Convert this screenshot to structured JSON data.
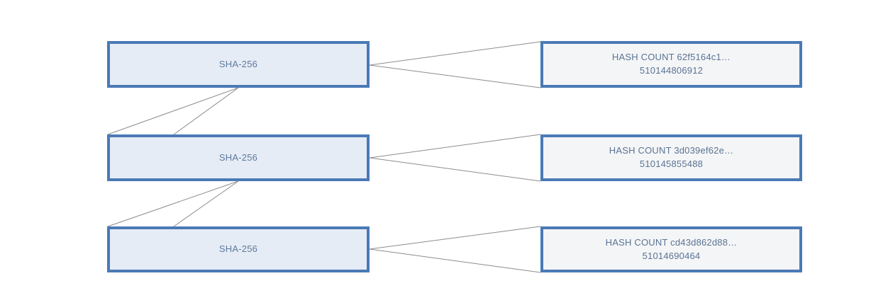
{
  "diagram": {
    "type": "hash-chain",
    "background": "#ffffff",
    "palette": {
      "border": "#4a7ab5",
      "hash_fill": "#e6ecf5",
      "count_fill": "#f4f5f7",
      "text": "#5d7a9e",
      "edge": "#8c8c8c"
    },
    "rows": [
      {
        "hash_node": {
          "label": "SHA-256"
        },
        "count_node": {
          "line1": "HASH COUNT 62f5164c1…",
          "line2": "510144806912"
        }
      },
      {
        "hash_node": {
          "label": "SHA-256"
        },
        "count_node": {
          "line1": "HASH COUNT 3d039ef62e…",
          "line2": "510145855488"
        }
      },
      {
        "hash_node": {
          "label": "SHA-256"
        },
        "count_node": {
          "line1": "HASH COUNT cd43d862d88…",
          "line2": "51014690464"
        }
      }
    ]
  }
}
